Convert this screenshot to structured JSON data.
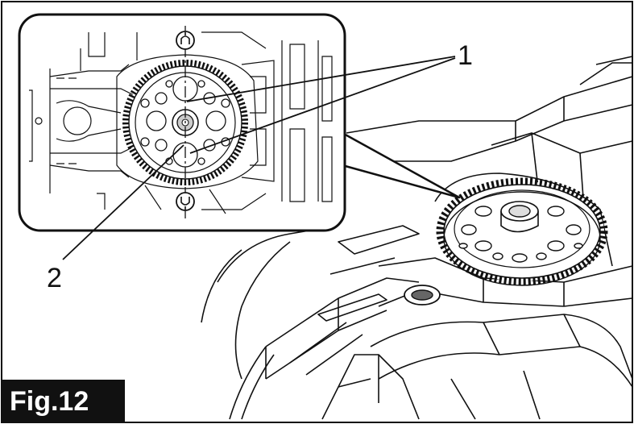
{
  "figure": {
    "tag": "Fig.12",
    "callouts": [
      {
        "id": "1"
      },
      {
        "id": "2"
      }
    ]
  },
  "colors": {
    "line": "#111111",
    "background": "#ffffff",
    "tag_background": "#111111",
    "tag_text": "#ffffff"
  }
}
